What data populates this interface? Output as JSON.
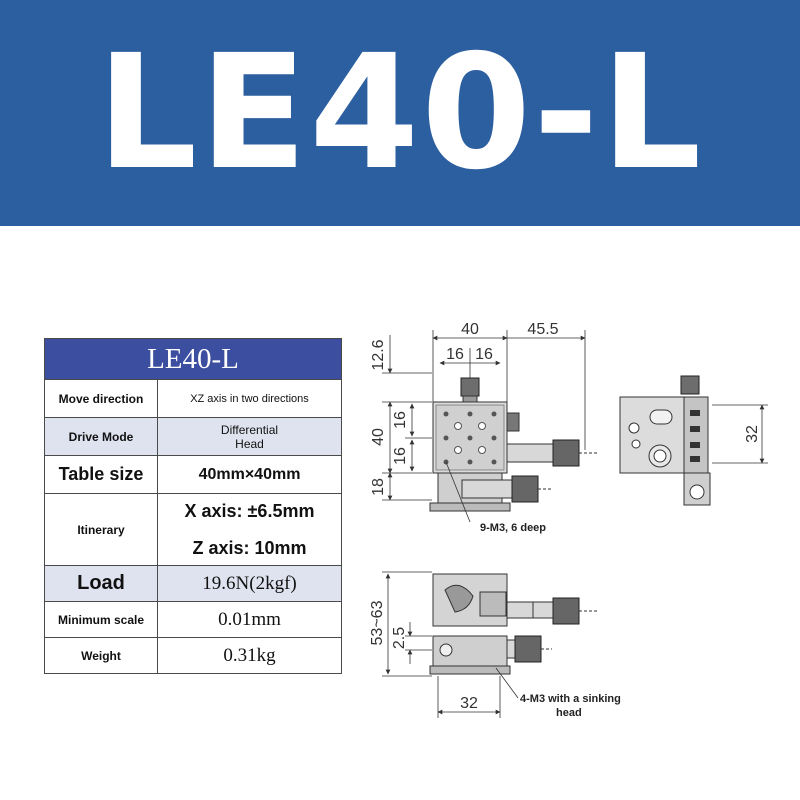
{
  "banner": {
    "title": "LE40-L",
    "color": "#2c5fa0"
  },
  "table": {
    "title": "LE40-L",
    "header_color": "#3c4ea0",
    "rows": {
      "move_direction": {
        "label": "Move direction",
        "value": "XZ axis in two directions"
      },
      "drive_mode": {
        "label": "Drive Mode",
        "value_line1": "Differential",
        "value_line2": "Head"
      },
      "table_size": {
        "label": "Table size",
        "value": "40mm×40mm"
      },
      "itinerary": {
        "label": "Itinerary",
        "value_x": "X axis: ±6.5mm",
        "value_z": "Z axis: 10mm"
      },
      "load": {
        "label": "Load",
        "value": "19.6N(2kgf)"
      },
      "minimum_scale": {
        "label": "Minimum scale",
        "value": "0.01mm"
      },
      "weight": {
        "label": "Weight",
        "value": "0.31kg"
      }
    }
  },
  "drawing": {
    "top_view": {
      "dim_width": "40",
      "dim_offset": "45.5",
      "dim_half_left": "16",
      "dim_half_right": "16",
      "dim_top": "12.6",
      "dim_height": "40",
      "dim_inner_top": "16",
      "dim_inner_bottom": "16",
      "dim_bottom": "18",
      "callout": "9-M3, 6 deep"
    },
    "side_view": {
      "dim_height": "32"
    },
    "front_view": {
      "dim_range": "53~63",
      "dim_gap": "2.5",
      "dim_base": "32",
      "callout_line1": "4-M3 with a sinking",
      "callout_line2": "head"
    }
  }
}
